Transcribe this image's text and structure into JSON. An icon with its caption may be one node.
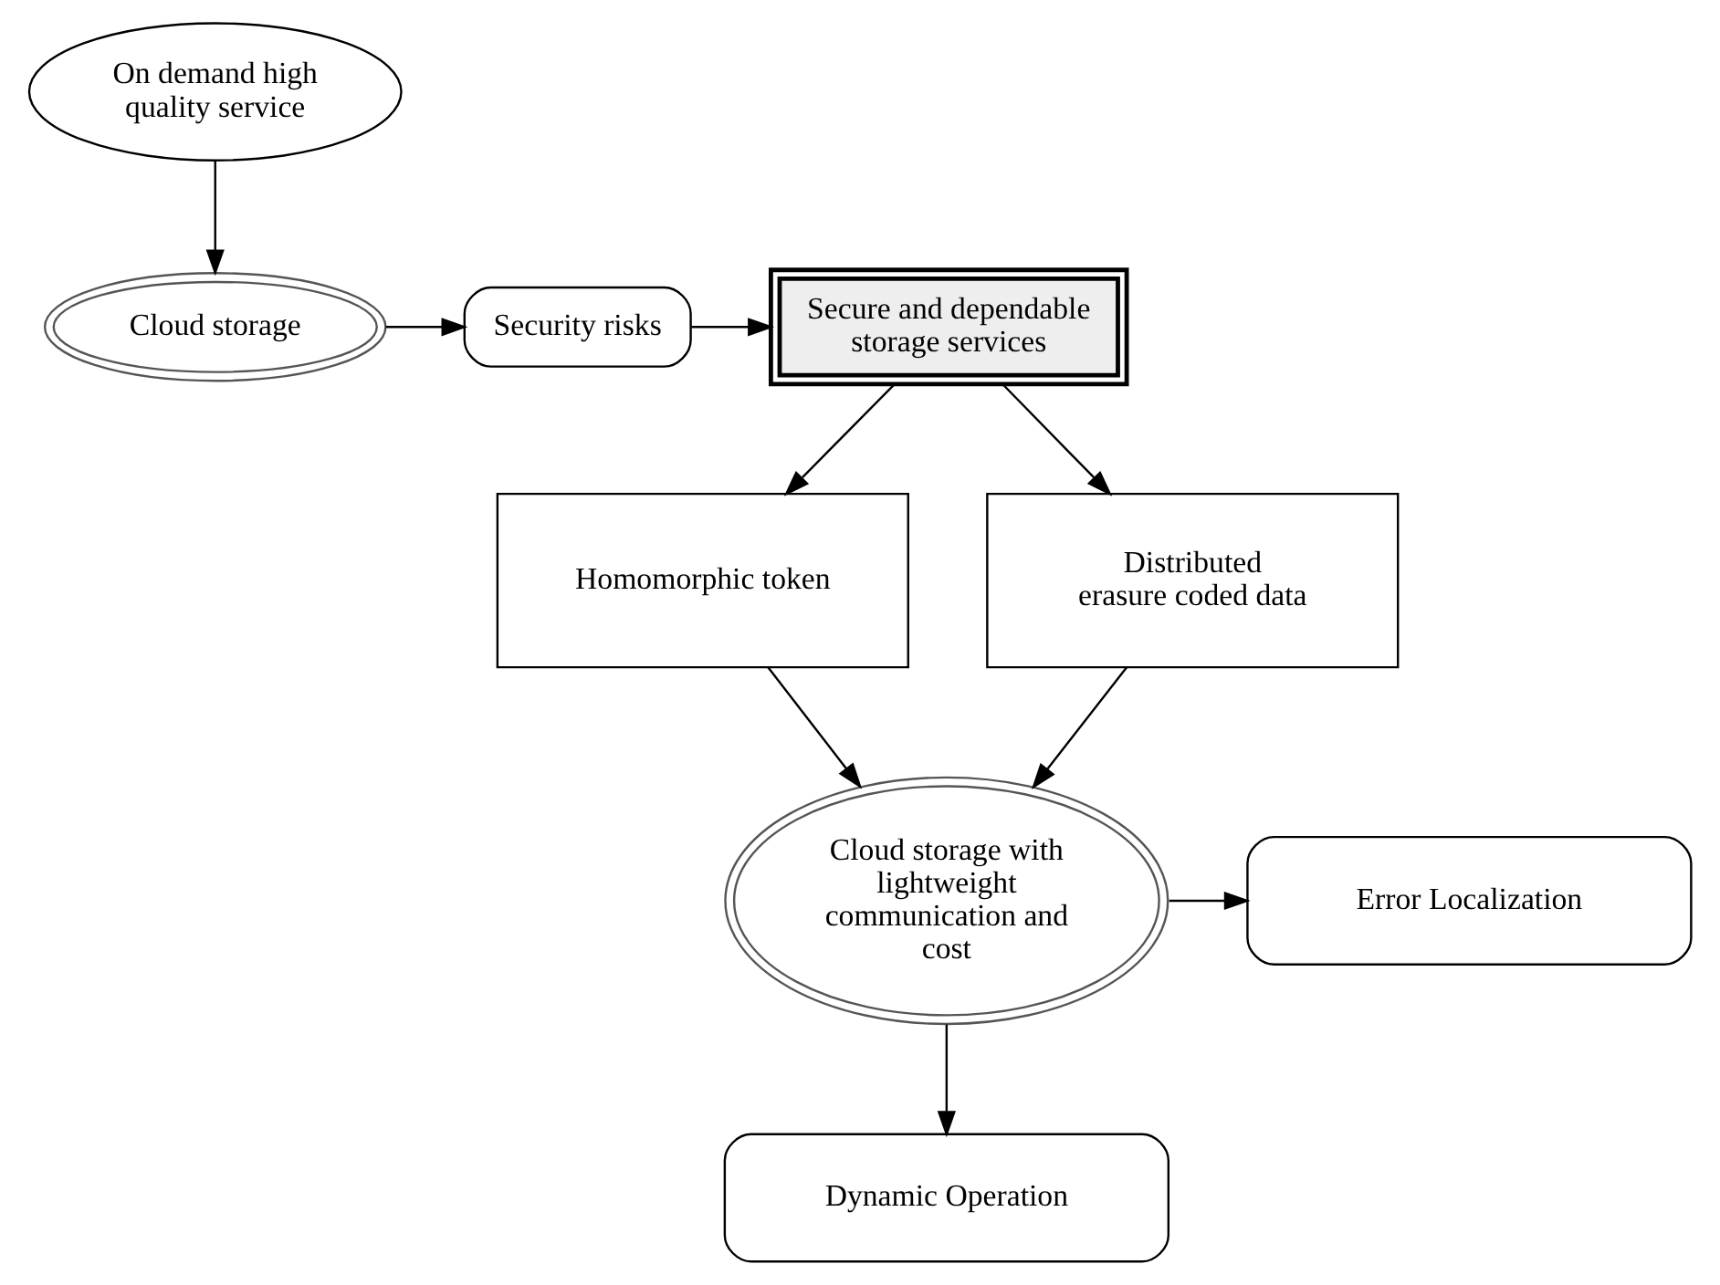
{
  "diagram": {
    "nodes": [
      {
        "text": [
          "Cloud storage"
        ]
      },
      {
        "text": [
          "Security risks"
        ]
      },
      {
        "text": [
          "Secure and dependable storage services"
        ]
      },
      {
        "text": [
          "On demand high quality service"
        ]
      },
      {
        "text": [
          "Homomorphic token"
        ]
      },
      {
        "text": [
          "Distributed erasure coded data"
        ]
      },
      {
        "text": [
          "Cloud storage with lightweight communication and cost"
        ]
      },
      {
        "text": [
          "Error Localization"
        ]
      },
      {
        "text": [
          "Dynamic Operation"
        ]
      }
    ],
    "edges": [
      {
        "from": 0,
        "to": 1,
        "arrow": "to"
      },
      {
        "from": 1,
        "to": 2,
        "arrow": "to"
      },
      {
        "from": 3,
        "to": 0,
        "arrow": "to"
      },
      {
        "from": 2,
        "to": 4,
        "arrow": "to"
      },
      {
        "from": 2,
        "to": 5,
        "arrow": "to"
      },
      {
        "from": 4,
        "to": 6,
        "arrow": "to"
      },
      {
        "from": 5,
        "to": 6,
        "arrow": "to"
      },
      {
        "from": 6,
        "to": 7,
        "arrow": "to"
      },
      {
        "from": 6,
        "to": 8,
        "arrow": "to"
      }
    ]
  }
}
